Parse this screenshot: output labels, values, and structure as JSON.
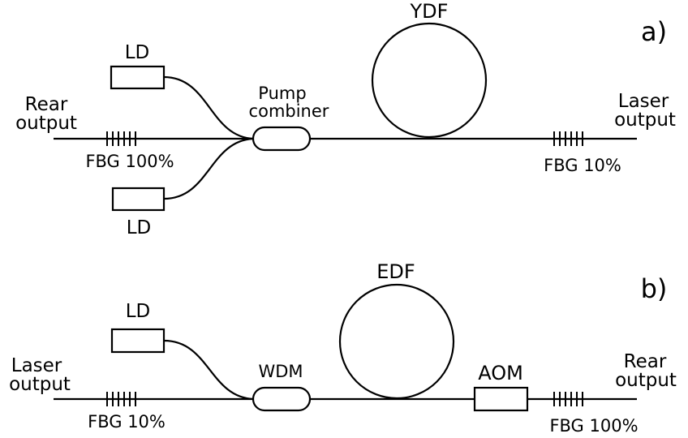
{
  "panel_a": {
    "tag": "a)",
    "fiber_label": "YDF",
    "ld_top": "LD",
    "ld_bottom": "LD",
    "combiner_label_1": "Pump",
    "combiner_label_2": "combiner",
    "left_output_1": "Rear",
    "left_output_2": "output",
    "right_output_1": "Laser",
    "right_output_2": "output",
    "fbg_left": "FBG 100%",
    "fbg_right": "FBG 10%"
  },
  "panel_b": {
    "tag": "b)",
    "fiber_label": "EDF",
    "ld": "LD",
    "coupler_label": "WDM",
    "modulator_label": "AOM",
    "left_output_1": "Laser",
    "left_output_2": "output",
    "right_output_1": "Rear",
    "right_output_2": "output",
    "fbg_left": "FBG 10%",
    "fbg_right": "FBG 100%"
  }
}
